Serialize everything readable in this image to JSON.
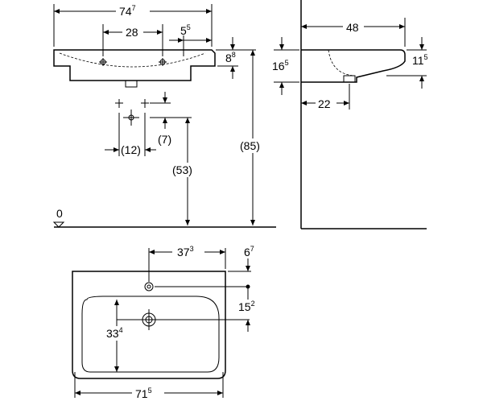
{
  "dimensions": {
    "overall_width_front": {
      "main": "74",
      "sup": "7"
    },
    "tap_hole_spacing": {
      "main": "28",
      "sup": ""
    },
    "rim_offset": {
      "main": "5",
      "sup": "5"
    },
    "rim_thickness_front": {
      "main": "8",
      "sup": "8"
    },
    "waste_offset_x": {
      "main": "(12)",
      "sup": ""
    },
    "waste_offset_y": {
      "main": "(7)",
      "sup": ""
    },
    "waste_height": {
      "main": "(53)",
      "sup": ""
    },
    "mounting_height": {
      "main": "(85)",
      "sup": ""
    },
    "floor_level": {
      "main": "0",
      "sup": ""
    },
    "side_depth": {
      "main": "48",
      "sup": ""
    },
    "side_basin_height": {
      "main": "16",
      "sup": "5"
    },
    "side_rim_height": {
      "main": "11",
      "sup": "5"
    },
    "side_waste_offset": {
      "main": "22",
      "sup": ""
    },
    "plan_tap_offset_x": {
      "main": "37",
      "sup": "3"
    },
    "plan_tap_offset_y": {
      "main": "6",
      "sup": "7"
    },
    "plan_drain_offset": {
      "main": "15",
      "sup": "2"
    },
    "plan_bowl_depth": {
      "main": "33",
      "sup": "4"
    },
    "plan_bowl_width": {
      "main": "71",
      "sup": "5"
    }
  }
}
